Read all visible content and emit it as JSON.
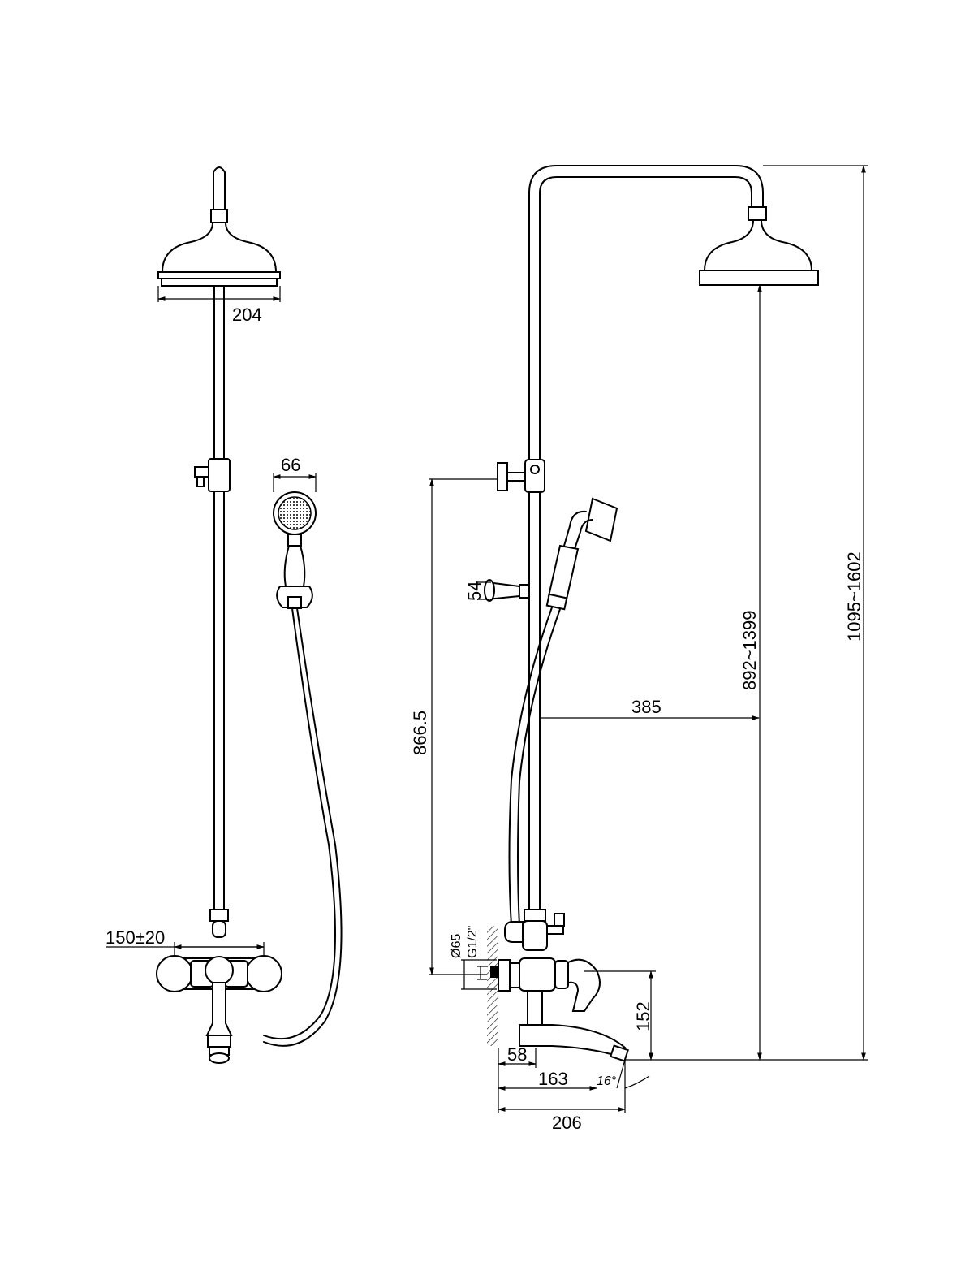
{
  "front_view": {
    "head_width_label": "204",
    "valve_spacing_label": "150±20",
    "hand_shower_width_label": "66"
  },
  "side_view": {
    "soap_dish_height_label": "54",
    "bracket_height_label": "866.5",
    "rail_to_head_label": "385",
    "head_height_label": "892~1399",
    "total_height_label": "1095~1602",
    "outlet_diameter_label": "Ø65",
    "thread_label": "G1/2\"",
    "spout_height_label": "152",
    "wall_offset_label": "58",
    "spout_reach_label": "163",
    "total_depth_label": "206",
    "spout_angle_label": "16°"
  }
}
